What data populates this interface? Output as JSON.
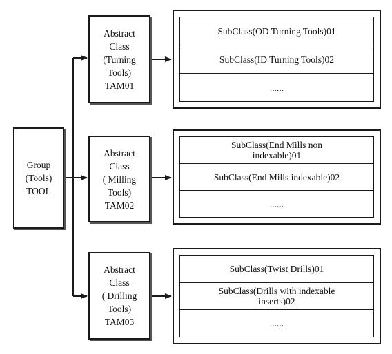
{
  "group": {
    "lines": [
      "Group",
      "(Tools)",
      "TOOL"
    ]
  },
  "branches": [
    {
      "abstract": {
        "lines": [
          "Abstract",
          "Class",
          "(Turning",
          "Tools)",
          "TAM01"
        ]
      },
      "subclasses": [
        [
          "SubClass(OD Turning Tools)01"
        ],
        [
          "SubClass(ID Turning Tools)02"
        ],
        [
          "......"
        ]
      ]
    },
    {
      "abstract": {
        "lines": [
          "Abstract",
          "Class",
          "( Milling",
          "Tools)",
          "TAM02"
        ]
      },
      "subclasses": [
        [
          "SubClass(End Mills non",
          "indexable)01"
        ],
        [
          "SubClass(End Mills indexable)02"
        ],
        [
          "......"
        ]
      ]
    },
    {
      "abstract": {
        "lines": [
          "Abstract",
          "Class",
          "( Drilling",
          "Tools)",
          "TAM03"
        ]
      },
      "subclasses": [
        [
          "SubClass(Twist Drills)01"
        ],
        [
          "SubClass(Drills with indexable",
          "inserts)02"
        ],
        [
          "......"
        ]
      ]
    }
  ]
}
